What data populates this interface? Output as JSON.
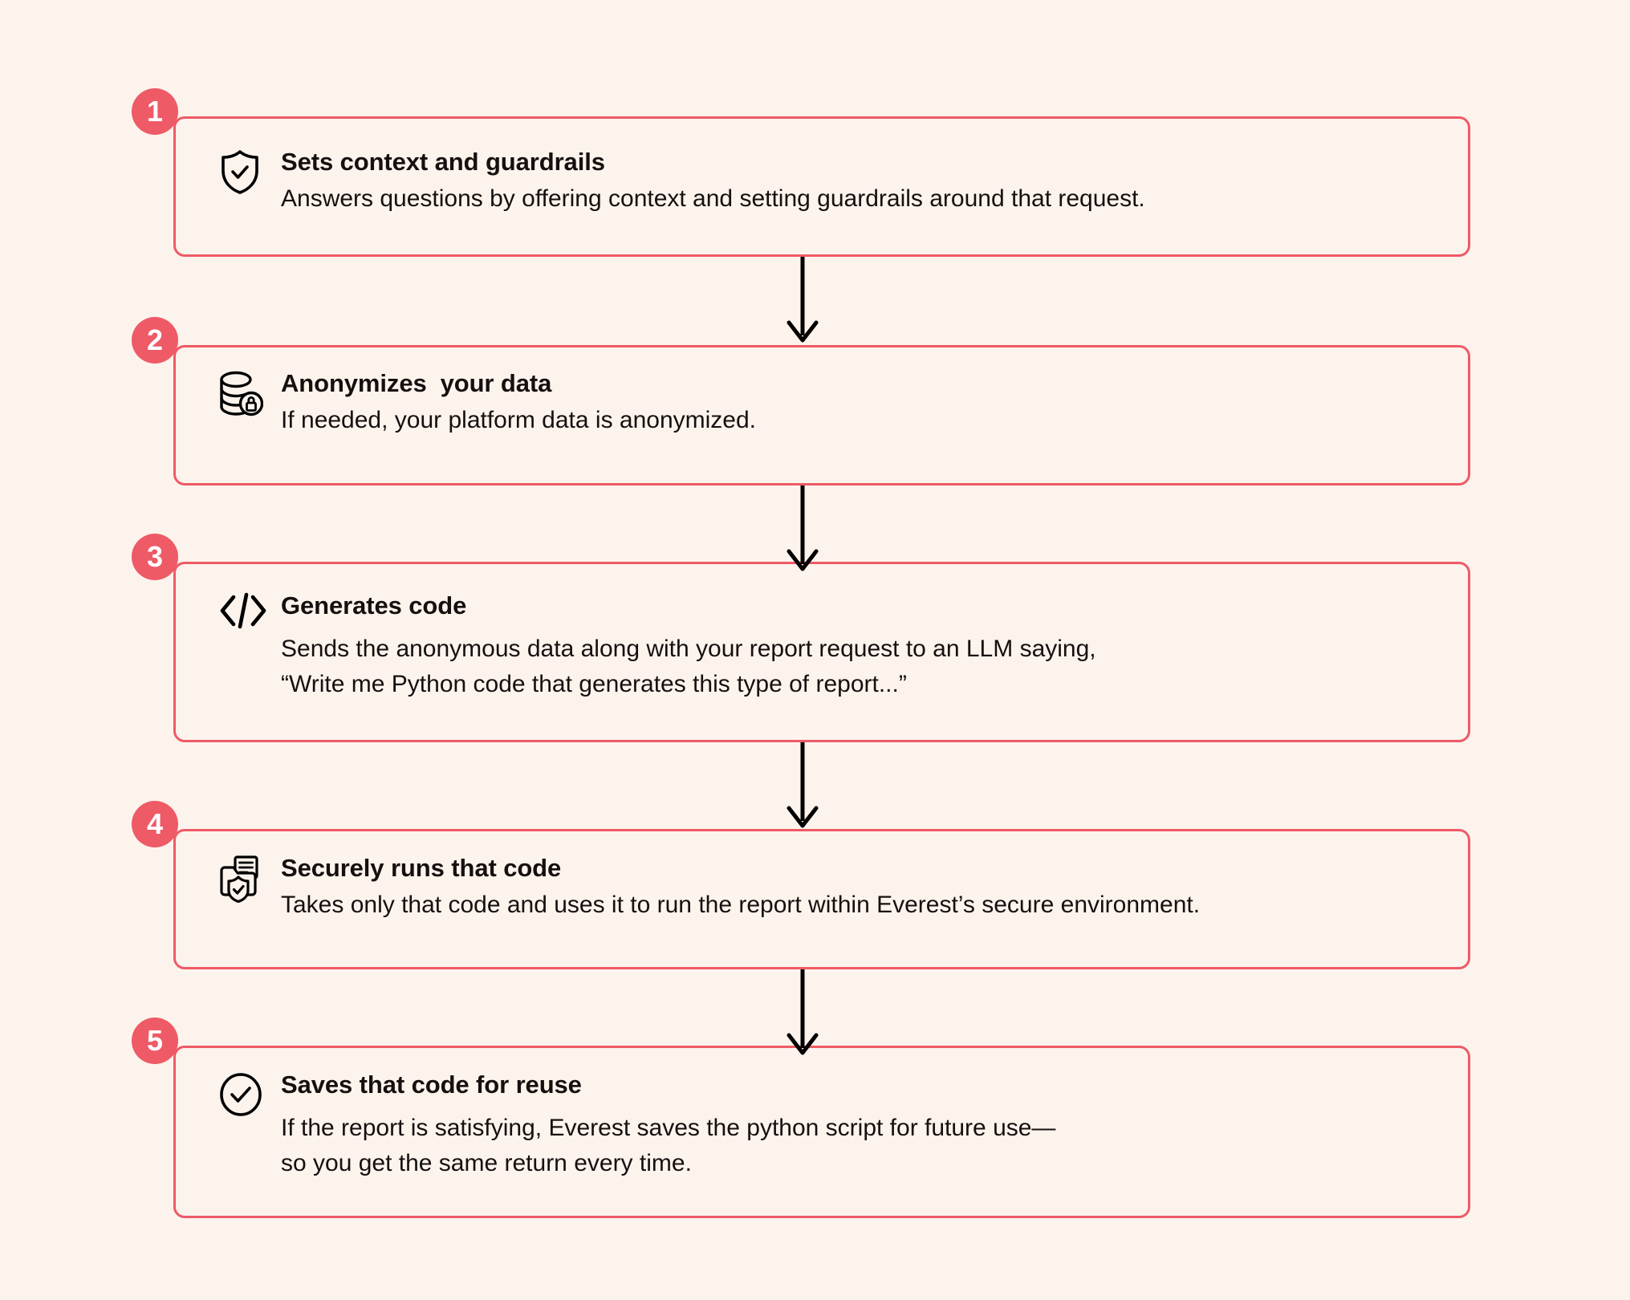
{
  "theme": {
    "background": "#FDF3ED",
    "accent": "#EE5A66",
    "text": "#15100F",
    "badge_text": "#FFFFFF",
    "arrow": "#000000"
  },
  "diagram": {
    "type": "vertical-flowchart",
    "step_count": 5,
    "steps": [
      {
        "number": "1",
        "icon": "shield-check-icon",
        "title": "Sets context and guardrails",
        "description": "Answers questions by offering context and setting guardrails around that request."
      },
      {
        "number": "2",
        "icon": "database-lock-icon",
        "title": "Anonymizes  your data",
        "description": "If needed, your platform data is anonymized."
      },
      {
        "number": "3",
        "icon": "code-brackets-icon",
        "title": "Generates code",
        "description": "Sends the anonymous data along with your report request to an LLM saying,\n“Write me Python code that generates this type of report...”"
      },
      {
        "number": "4",
        "icon": "folder-shield-icon",
        "title": "Securely runs that code",
        "description": "Takes only that code and uses it to run the report within Everest’s secure environment."
      },
      {
        "number": "5",
        "icon": "circle-check-icon",
        "title": "Saves that code for reuse",
        "description": "If the report is satisfying, Everest saves the python script for future use—\nso you get the same return every time."
      }
    ],
    "connectors": [
      {
        "from": "1",
        "to": "2",
        "shape": "down-arrow"
      },
      {
        "from": "2",
        "to": "3",
        "shape": "down-arrow"
      },
      {
        "from": "3",
        "to": "4",
        "shape": "down-arrow"
      },
      {
        "from": "4",
        "to": "5",
        "shape": "down-arrow"
      }
    ]
  }
}
